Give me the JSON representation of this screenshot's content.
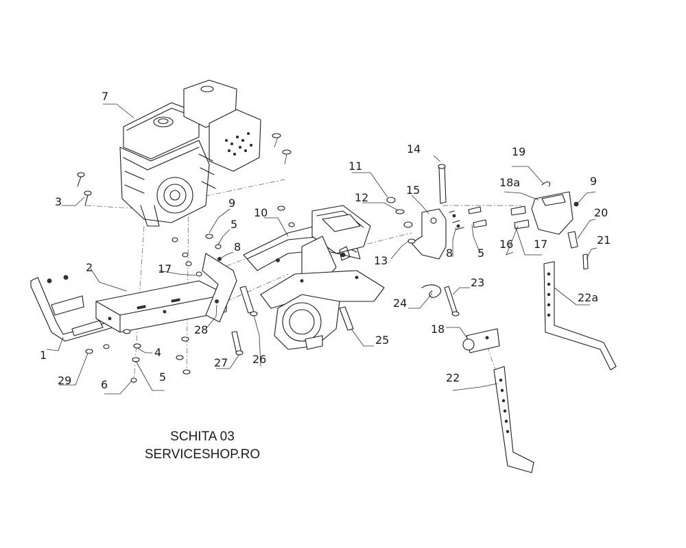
{
  "diagram": {
    "callouts": [
      "7",
      "3",
      "9",
      "5",
      "8",
      "10",
      "11",
      "12",
      "13",
      "14",
      "15",
      "8",
      "5",
      "16",
      "17",
      "18a",
      "19",
      "9",
      "20",
      "21",
      "22a",
      "2",
      "17",
      "1",
      "29",
      "6",
      "4",
      "5",
      "27",
      "28",
      "26",
      "25",
      "24",
      "23",
      "18",
      "22"
    ]
  },
  "caption": {
    "line1": "SCHITA 03",
    "line2": "SERVICESHOP.RO"
  }
}
